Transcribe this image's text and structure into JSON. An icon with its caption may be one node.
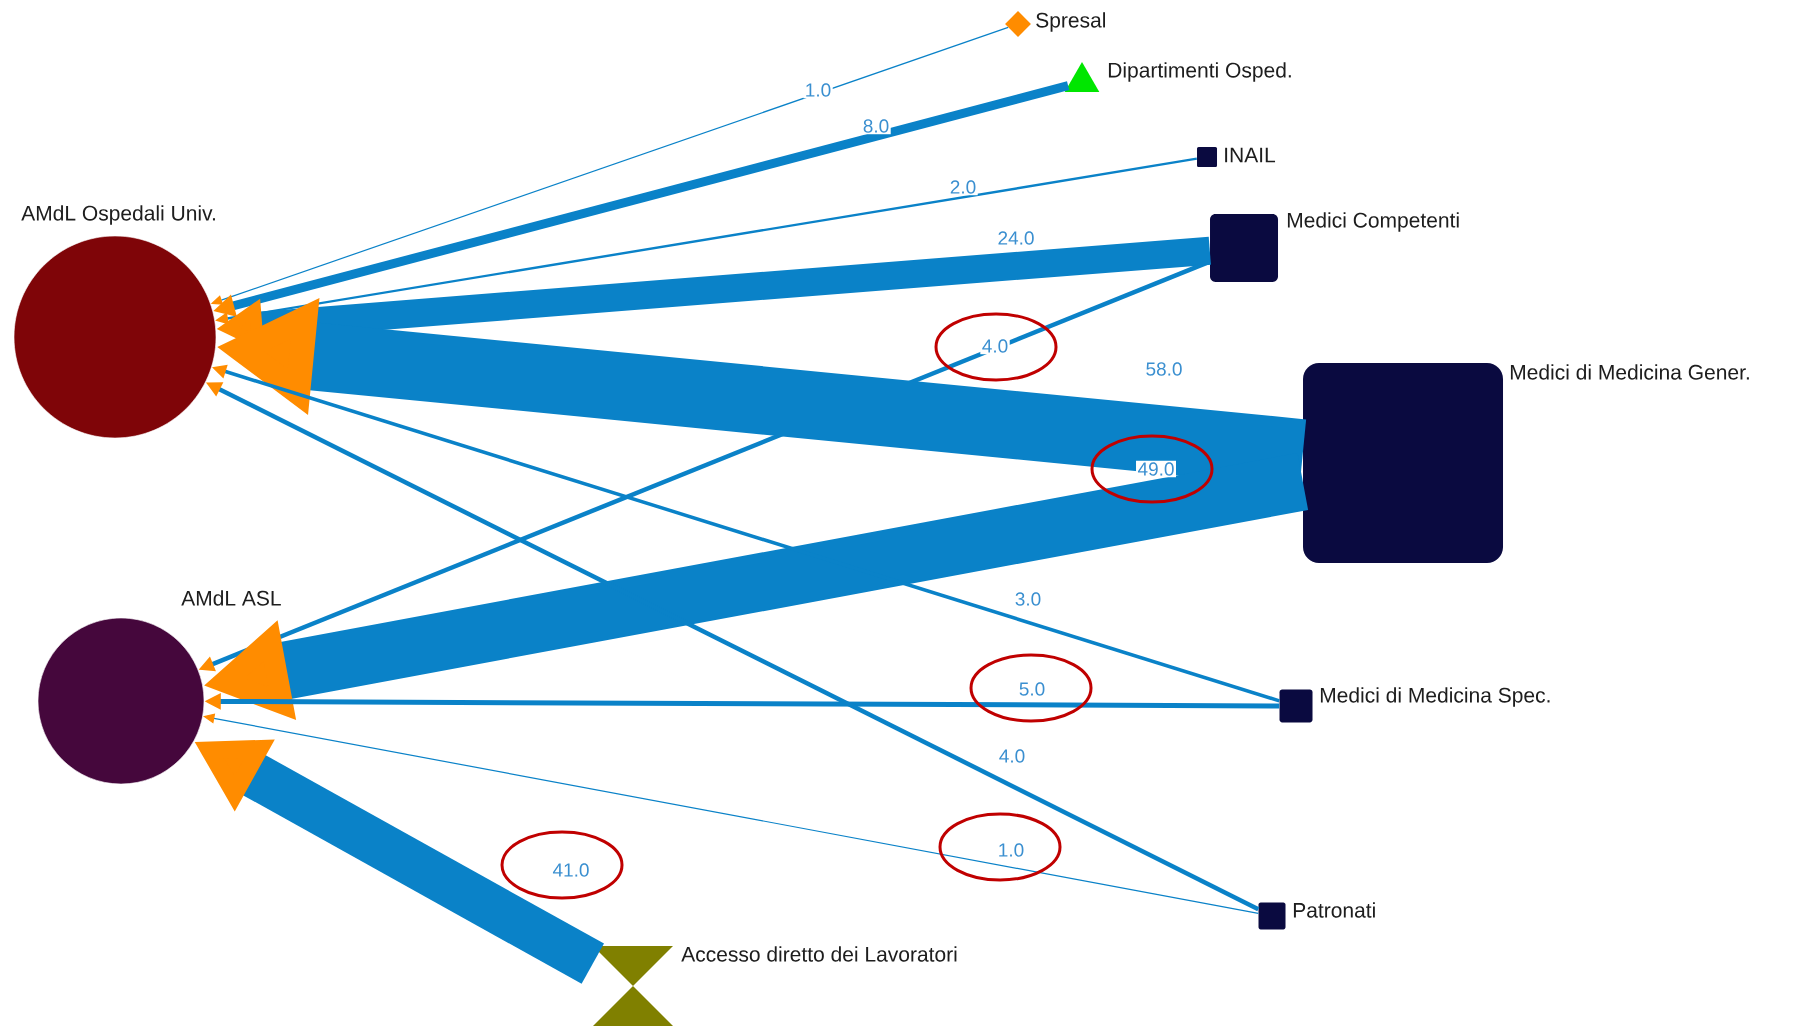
{
  "diagram": {
    "nodes": [
      {
        "text": [
          "AMdL Ospedali Univ."
        ]
      },
      {
        "text": [
          "AMdL ASL"
        ]
      },
      {
        "text": [
          "Spresal"
        ]
      },
      {
        "text": [
          "Dipartimenti Osped."
        ]
      },
      {
        "text": [
          "INAIL"
        ]
      },
      {
        "text": [
          "Medici Competenti"
        ]
      },
      {
        "text": [
          "Medici di Medicina Gener."
        ]
      },
      {
        "text": [
          "Medici di Medicina Spec."
        ]
      },
      {
        "text": [
          "Patronati"
        ]
      },
      {
        "text": [
          "Accesso diretto dei Lavoratori"
        ]
      }
    ],
    "edges": [
      {
        "from": 2,
        "to": 0,
        "arrow": "to",
        "label": "1.0"
      },
      {
        "from": 3,
        "to": 0,
        "arrow": "to",
        "label": "8.0",
        "style": "thick"
      },
      {
        "from": 4,
        "to": 0,
        "arrow": "to",
        "label": "2.0"
      },
      {
        "from": 5,
        "to": 0,
        "arrow": "to",
        "label": "24.0",
        "style": "thick"
      },
      {
        "from": 5,
        "to": 1,
        "arrow": "to",
        "label": "4.0"
      },
      {
        "from": 6,
        "to": 0,
        "arrow": "to",
        "label": "58.0",
        "style": "thick"
      },
      {
        "from": 6,
        "to": 1,
        "arrow": "to",
        "label": "49.0",
        "style": "thick"
      },
      {
        "from": 7,
        "to": 0,
        "arrow": "to",
        "label": "3.0"
      },
      {
        "from": 7,
        "to": 1,
        "arrow": "to",
        "label": "5.0"
      },
      {
        "from": 8,
        "to": 0,
        "arrow": "to",
        "label": "4.0"
      },
      {
        "from": 8,
        "to": 1,
        "arrow": "to",
        "label": "1.0"
      },
      {
        "from": 9,
        "to": 1,
        "arrow": "to",
        "label": "41.0",
        "style": "thick"
      }
    ]
  }
}
